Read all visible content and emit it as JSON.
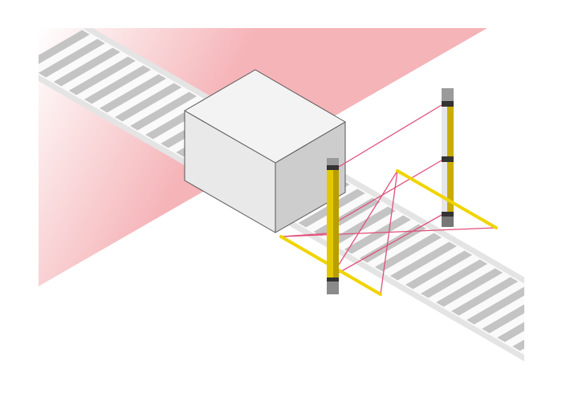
{
  "scene": {
    "title": "",
    "colors": {
      "zone": "#f5b4b8",
      "frame": "#e4e4e4",
      "roller": "#c4c4c4",
      "box_top": "#f3f3f3",
      "box_left": "#e9e9e9",
      "box_right": "#cdcdcd",
      "post": "#e3c800",
      "beam": "#e0507a"
    },
    "icons": [
      "conveyor-illustration",
      "box-illustration",
      "light-curtain-illustration"
    ]
  }
}
